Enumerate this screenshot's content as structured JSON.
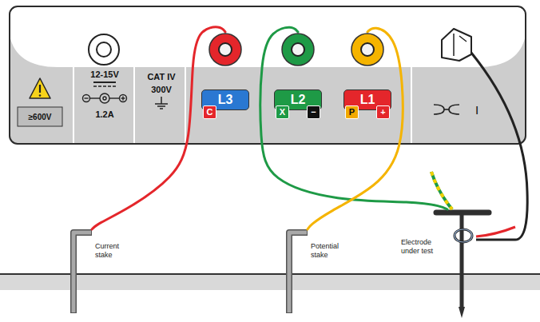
{
  "diagram": {
    "nodes": [
      {
        "text": [
          "L3",
          "C"
        ]
      },
      {
        "text": [
          "L2",
          "X",
          "−"
        ]
      },
      {
        "text": [
          "L1",
          "P",
          "+"
        ]
      },
      {
        "text": [
          "Current stake"
        ]
      },
      {
        "text": [
          "Potential stake"
        ]
      },
      {
        "text": [
          "Electrode under test"
        ]
      }
    ],
    "edges": [
      {
        "from": 0,
        "to": 3,
        "arrow": "none"
      },
      {
        "from": 1,
        "to": 5,
        "arrow": "none"
      },
      {
        "from": 2,
        "to": 4,
        "arrow": "none"
      }
    ],
    "labels": [
      "≥600V",
      "12-15V",
      "1.2A",
      "CAT IV",
      "300V",
      "I"
    ]
  }
}
